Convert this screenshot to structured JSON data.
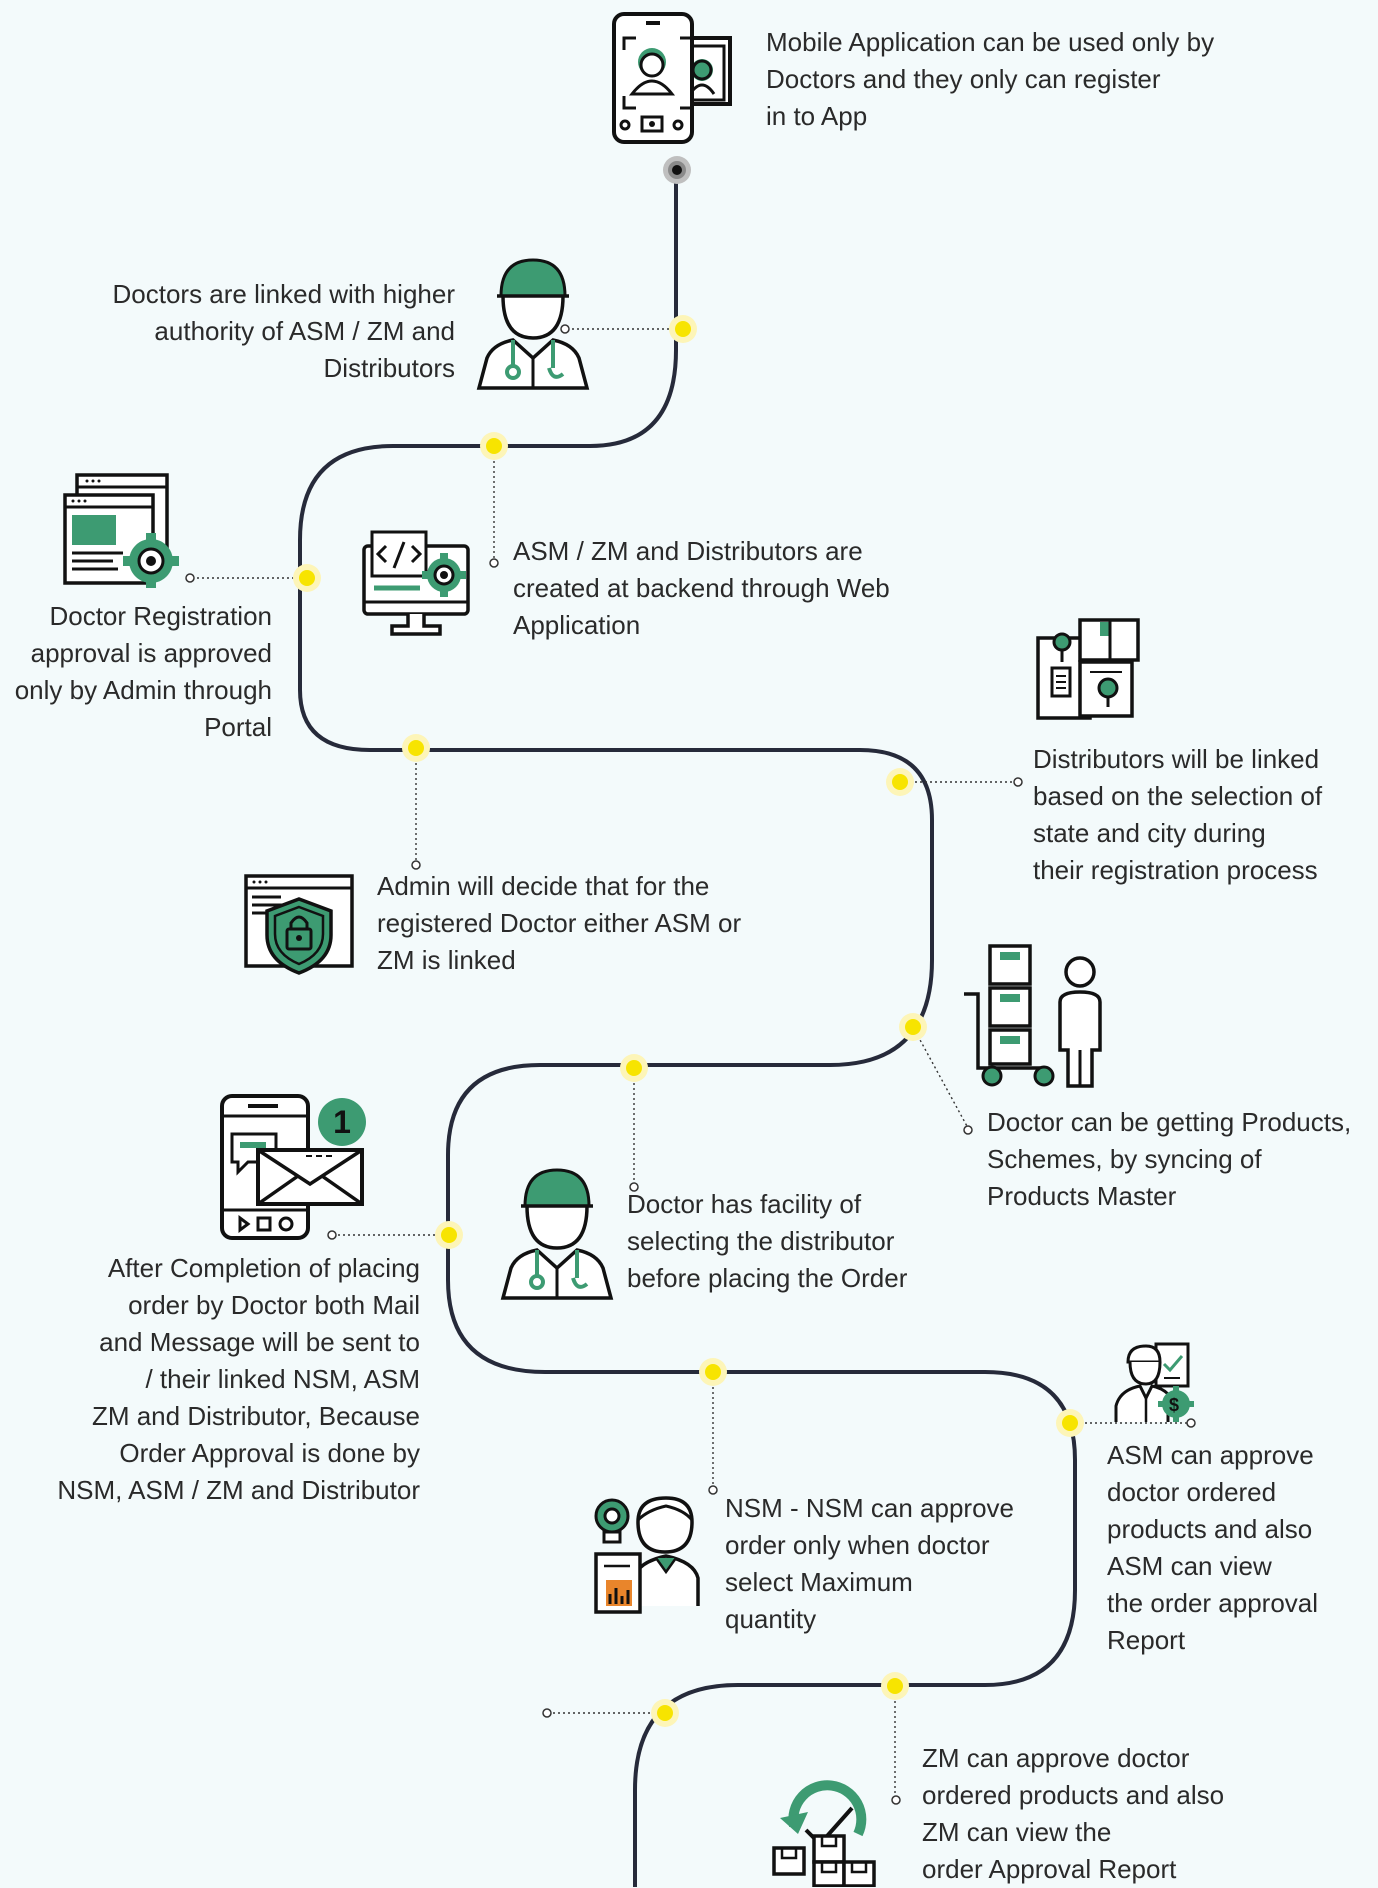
{
  "colors": {
    "background": "#f3fafb",
    "path": "#262a3a",
    "node": "#f7e400",
    "node_glow": "#fdf5b8",
    "accent_green": "#3d9b72",
    "accent_orange": "#e9852b",
    "icon_stroke": "#1a1a1a"
  },
  "steps": [
    {
      "id": "mobile-app",
      "text": "Mobile Application can be used only by\nDoctors and they only can register\nin to App",
      "icon": "mobile-app-icon"
    },
    {
      "id": "doctor-linked",
      "text": "Doctors are linked with higher\nauthority of ASM / ZM and\nDistributors",
      "icon": "doctor-icon"
    },
    {
      "id": "backend",
      "text": "ASM / ZM and Distributors are\ncreated at backend through Web\nApplication",
      "icon": "web-code-icon"
    },
    {
      "id": "registration-approval",
      "text": "Doctor Registration\napproval is approved\nonly by Admin through\nPortal",
      "icon": "web-settings-icon"
    },
    {
      "id": "distributors-linked",
      "text": "Distributors will be linked\nbased on the selection of\nstate and city during\ntheir registration process",
      "icon": "location-map-icon"
    },
    {
      "id": "admin-decide",
      "text": "Admin will decide that for the\nregistered Doctor either ASM or\nZM is linked",
      "icon": "security-shield-icon"
    },
    {
      "id": "products-sync",
      "text": "Doctor can be getting Products,\nSchemes, by syncing of\nProducts Master",
      "icon": "delivery-cart-icon"
    },
    {
      "id": "select-distributor",
      "text": "Doctor has facility of\nselecting the distributor\nbefore placing the Order",
      "icon": "doctor-icon"
    },
    {
      "id": "notification",
      "text": "After Completion of placing\norder by Doctor both Mail\nand Message will be sent to\n/ their linked NSM, ASM\nZM and Distributor, Because\nOrder Approval is done by\nNSM, ASM / ZM and Distributor",
      "icon": "mail-notification-icon"
    },
    {
      "id": "asm-approve",
      "text": "ASM can approve\ndoctor ordered\nproducts and also\nASM can view\nthe order approval\nReport",
      "icon": "manager-approval-icon"
    },
    {
      "id": "nsm-approve",
      "text": "NSM - NSM can approve\norder only when doctor\nselect Maximum\nquantity",
      "icon": "manager-report-icon"
    },
    {
      "id": "zm-approve",
      "text": "ZM can approve doctor\nordered products and also\nZM can view the\norder Approval Report",
      "icon": "box-approval-icon"
    }
  ],
  "notification_badge": "1"
}
